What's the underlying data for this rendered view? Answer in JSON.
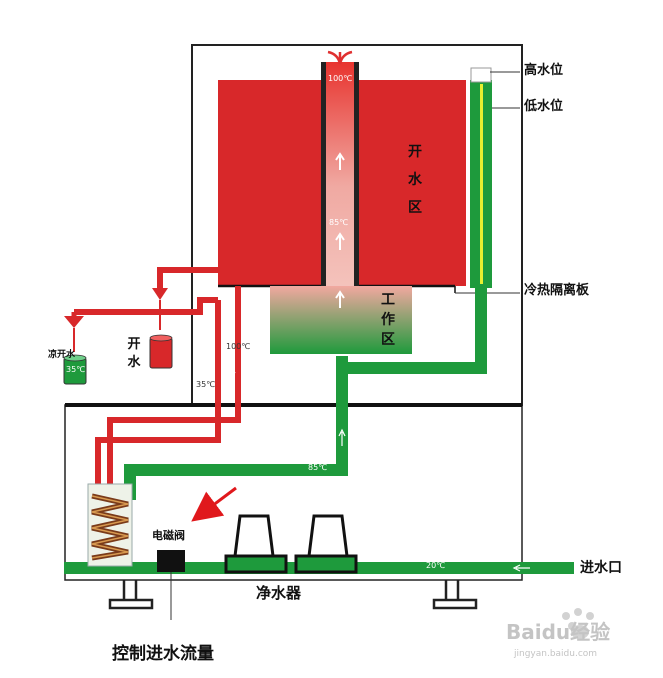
{
  "labels": {
    "high_water": "高水位",
    "low_water": "低水位",
    "boiling_zone": "开水区",
    "working_zone": "工作区",
    "partition": "冷热隔离板",
    "boiling_water": "开水",
    "cool_boiled_water": "凉开水",
    "solenoid_valve": "电磁阀",
    "water_purifier": "净水器",
    "water_inlet": "进水口",
    "control_flow": "控制进水流量"
  },
  "temperatures": {
    "top": "100℃",
    "middle": "85℃",
    "pipe_hot": "100℃",
    "pipe_cool": "35℃",
    "preheat": "85℃",
    "inlet": "20℃",
    "cool_cup": "35℃"
  },
  "watermark": {
    "brand": "Baidu经验",
    "url": "jingyan.baidu.com"
  },
  "colors": {
    "hot": "#d8282a",
    "pipe_green": "#1e9a3c",
    "dark_green": "#0d6a2a",
    "frame": "#222222"
  }
}
